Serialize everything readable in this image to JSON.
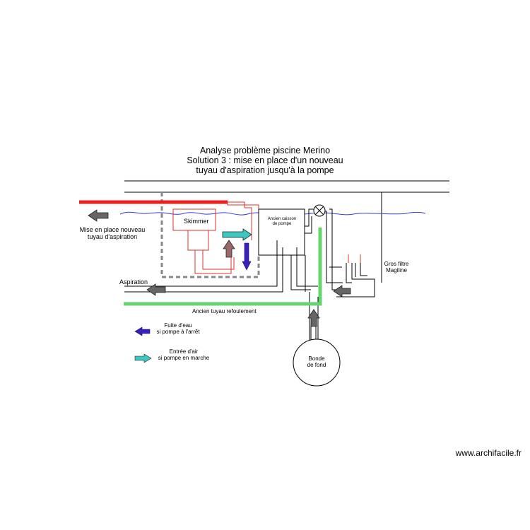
{
  "title": {
    "line1": "Analyse problème piscine Merino",
    "line2": "Solution 3 : mise en place d'un nouveau",
    "line3": "tuyau d'aspiration jusqu'à la pompe"
  },
  "labels": {
    "new_pipe_line1": "Mise en place nouveau",
    "new_pipe_line2": "tuyau d'aspiration",
    "skimmer": "Skimmer",
    "old_pump_box_line1": "Ancien caisson",
    "old_pump_box_line2": "de pompe",
    "aspiration": "Aspiration",
    "old_discharge_pipe": "Ancien tuyau refoulement",
    "filter_line1": "Gros filtre",
    "filter_line2": "Magiline",
    "main_drain_line1": "Bonde",
    "main_drain_line2": "de fond"
  },
  "legend": {
    "leak_line1": "Fuite d'eau",
    "leak_line2": "si pompe à l'arrêt",
    "air_line1": "Entrée d'air",
    "air_line2": "si pompe en marche"
  },
  "watermark": "www.archifacile.fr",
  "colors": {
    "new_pipe": "#ee1c1c",
    "suction_circuit": "#e03030",
    "discharge_pipe": "#66d46e",
    "water_line": "#3a3ad8",
    "leak_arrow": "#3a1fb8",
    "air_arrow": "#3cc8c0",
    "flow_arrow_grey": "#666666",
    "flow_arrow_brown": "#9a6a6a",
    "dashed_outline": "#888888"
  }
}
